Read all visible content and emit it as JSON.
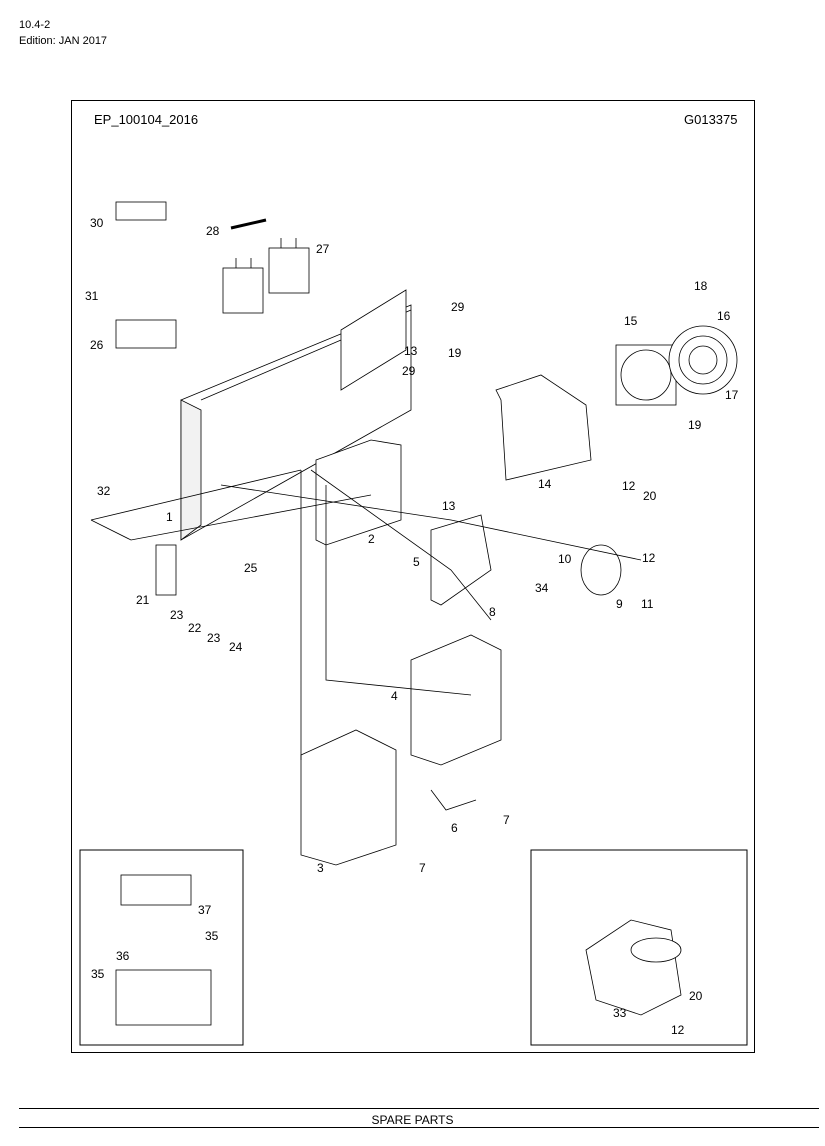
{
  "header": {
    "page_number": "10.4-2",
    "edition": "Edition: JAN 2017"
  },
  "drawing": {
    "code_left": "EP_100104_2016",
    "code_right": "G013375",
    "callouts": [
      "1",
      "2",
      "3",
      "4",
      "5",
      "6",
      "7",
      "7",
      "8",
      "9",
      "10",
      "11",
      "12",
      "12",
      "13",
      "13",
      "14",
      "15",
      "16",
      "17",
      "18",
      "19",
      "19",
      "20",
      "21",
      "22",
      "23",
      "23",
      "24",
      "25",
      "26",
      "27",
      "28",
      "29",
      "29",
      "30",
      "31",
      "32",
      "34"
    ],
    "inset_left_callouts": [
      "37",
      "35",
      "36",
      "35"
    ],
    "inset_right_callouts": [
      "20",
      "33",
      "12"
    ]
  },
  "footer": {
    "title": "SPARE PARTS"
  }
}
